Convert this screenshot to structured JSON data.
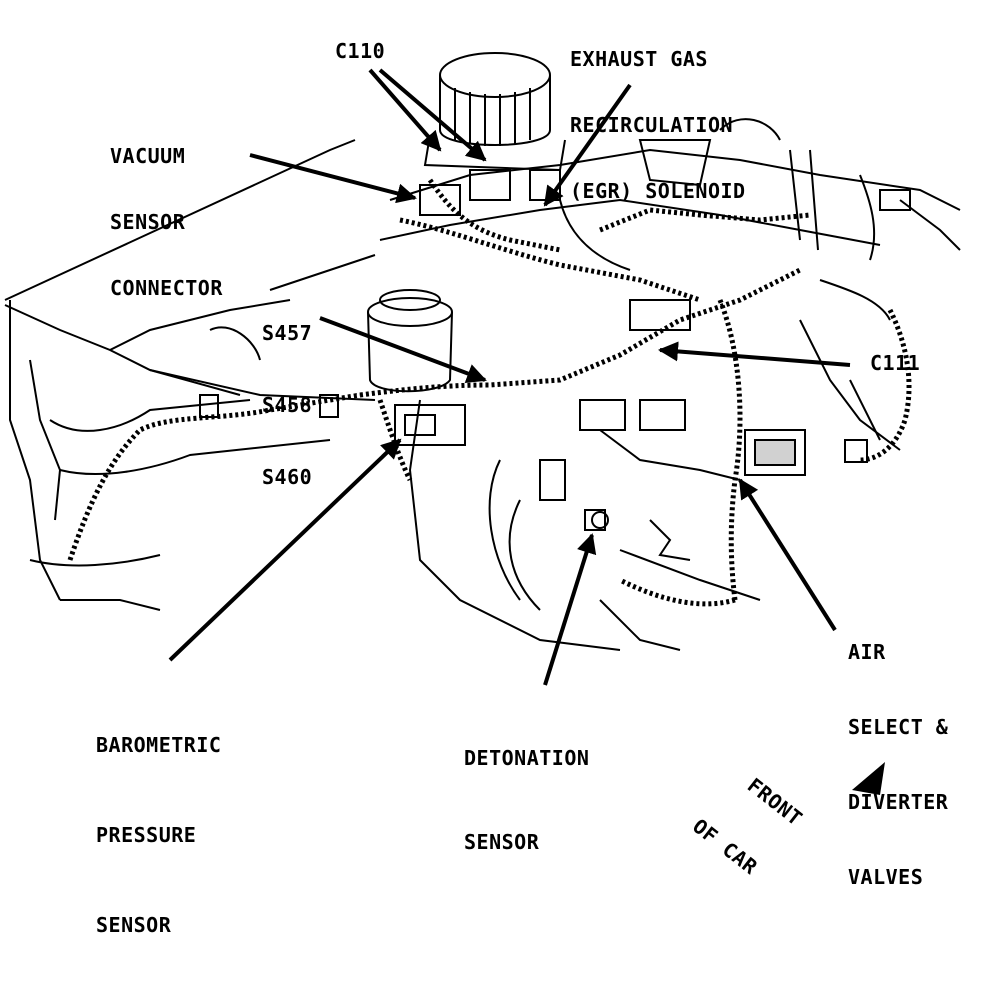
{
  "labels": {
    "egr": [
      "EXHAUST GAS",
      "RECIRCULATION",
      "(EGR) SOLENOID"
    ],
    "c110": "C110",
    "vacuum": [
      "VACUUM",
      "SENSOR",
      "CONNECTOR"
    ],
    "splices": [
      "S457",
      "S458",
      "S460"
    ],
    "c111": "C111",
    "baro": [
      "BAROMETRIC",
      "PRESSURE",
      "SENSOR"
    ],
    "deton": [
      "DETONATION",
      "SENSOR"
    ],
    "air": [
      "AIR",
      "SELECT &",
      "DIVERTER",
      "VALVES"
    ],
    "front": [
      "FRONT",
      "OF CAR"
    ]
  }
}
